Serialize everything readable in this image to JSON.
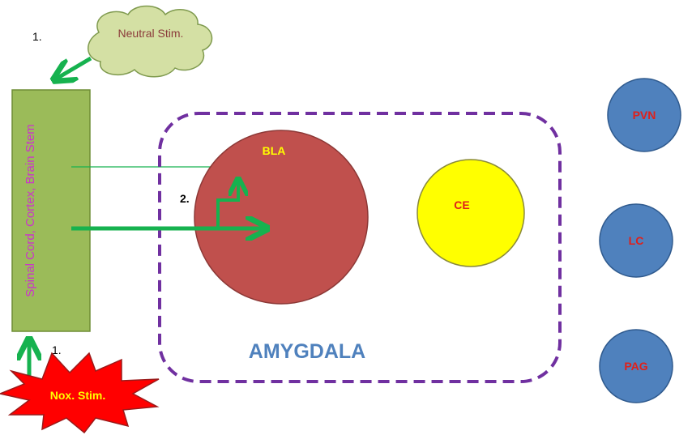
{
  "labels": {
    "step_1_top": "1.",
    "neutral_stim": "Neutral Stim.",
    "spinal_box": "Spinal Cord, Cortex, Brain Stem",
    "step_1_bottom": "1.",
    "noxious_stim": "Nox. Stim.",
    "step_2": "2.",
    "bla": "BLA",
    "ce": "CE",
    "amygdala": "AMYGDALA",
    "pvn": "PVN",
    "lc": "LC",
    "pag": "PAG"
  },
  "colors": {
    "green_box": "#9bbb59",
    "arrow_green": "#16b24f",
    "cloud_fill": "#d4e0a4",
    "bla_fill": "#c0504d",
    "ce_fill": "#ffff00",
    "node_blue": "#4f81bd",
    "dashed_border": "#7030a0",
    "red_text": "#e0201a",
    "yellow_text": "#ffff00",
    "magenta_text": "#cc33cc",
    "amygdala_text": "#4f81bd",
    "burst_fill": "#ff0000"
  }
}
